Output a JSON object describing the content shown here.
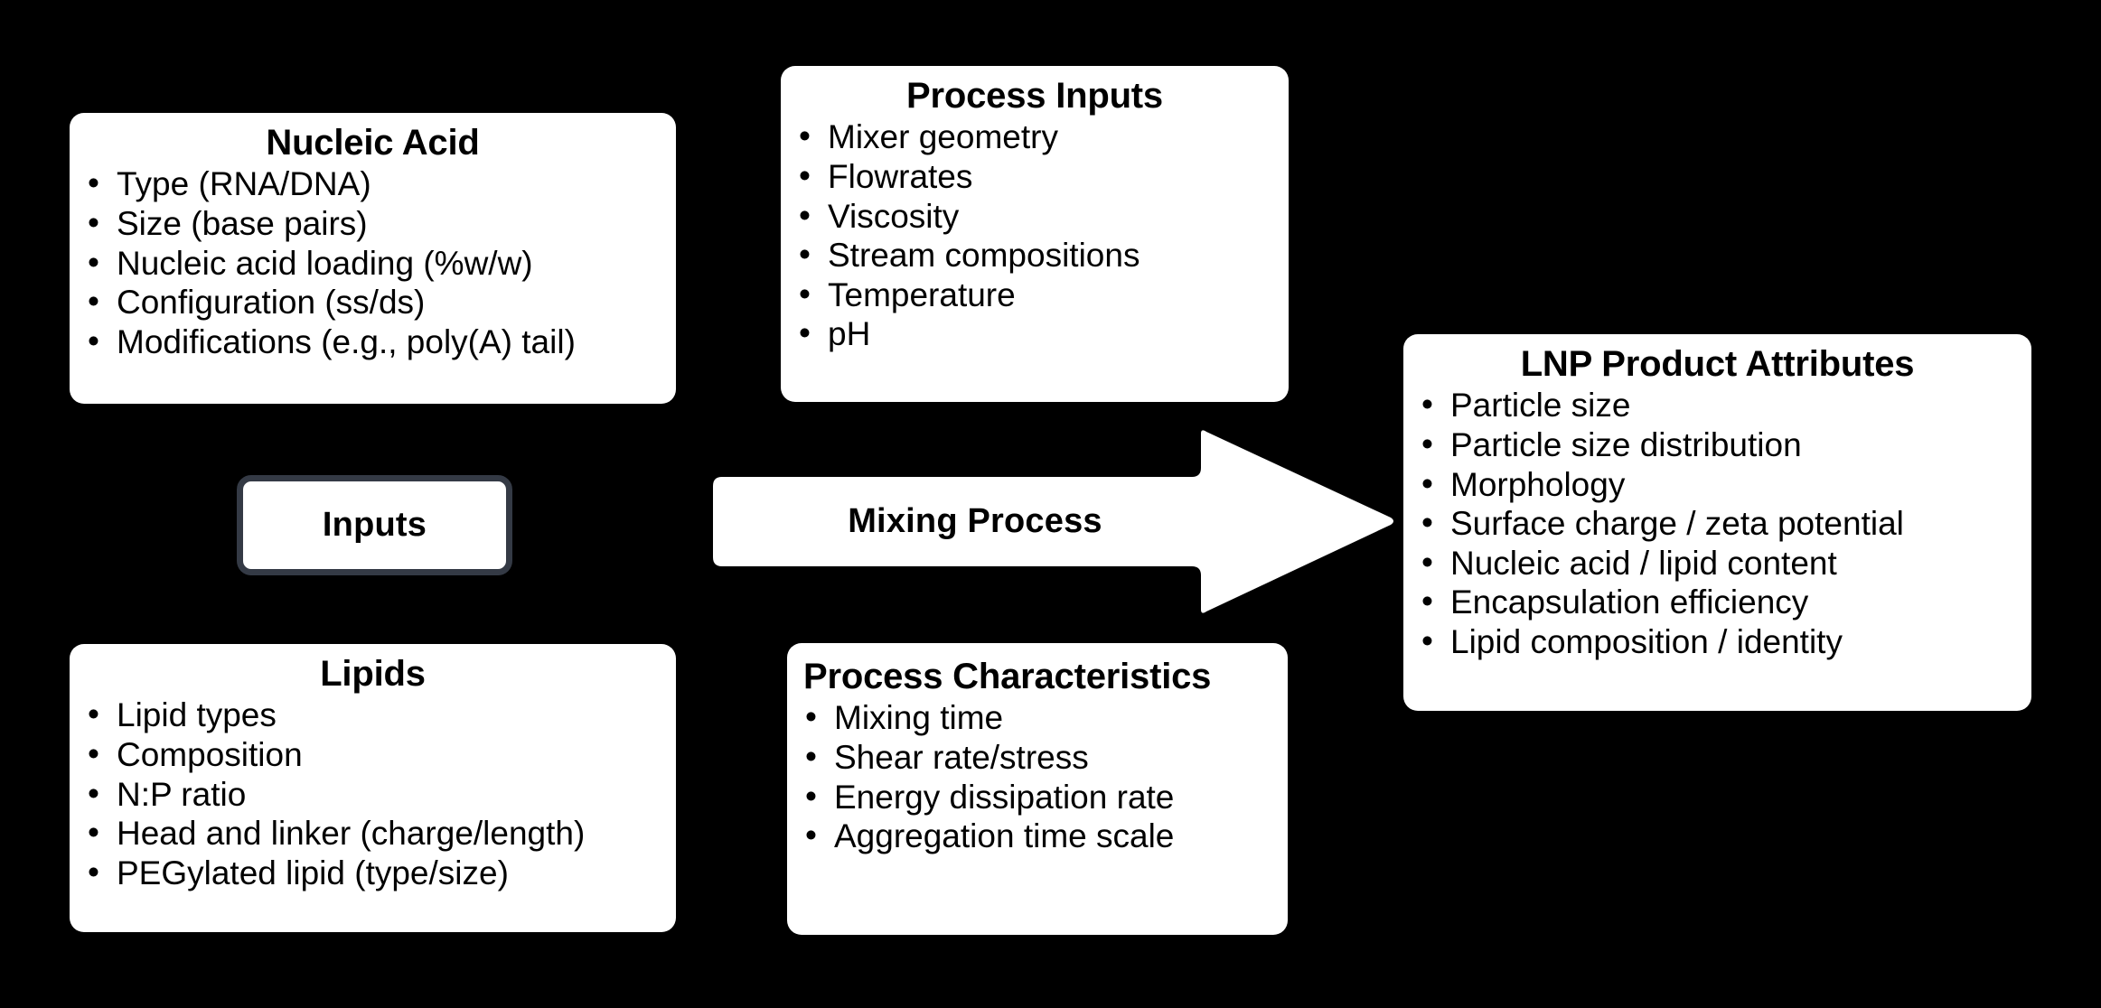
{
  "diagram": {
    "background_color": "#000000",
    "card_color": "#ffffff",
    "badge_border_color": "#343a45",
    "boxes": {
      "nucleic_acid": {
        "title": "Nucleic Acid",
        "items": [
          "Type (RNA/DNA)",
          "Size (base pairs)",
          "Nucleic acid loading (%w/w)",
          "Configuration (ss/ds)",
          "Modifications (e.g., poly(A) tail)"
        ]
      },
      "process_inputs": {
        "title": "Process Inputs",
        "items": [
          "Mixer geometry",
          "Flowrates",
          "Viscosity",
          "Stream compositions",
          "Temperature",
          "pH"
        ]
      },
      "lipids": {
        "title": "Lipids",
        "items": [
          "Lipid types",
          "Composition",
          "N:P ratio",
          "Head and linker (charge/length)",
          "PEGylated lipid (type/size)"
        ]
      },
      "process_characteristics": {
        "title": "Process Characteristics",
        "items": [
          "Mixing time",
          "Shear rate/stress",
          "Energy dissipation rate",
          "Aggregation time scale"
        ]
      },
      "lnp_product_attributes": {
        "title": "LNP Product Attributes",
        "items": [
          "Particle size",
          "Particle size distribution",
          "Morphology",
          "Surface charge / zeta potential",
          "Nucleic acid / lipid content",
          "Encapsulation efficiency",
          "Lipid composition / identity"
        ]
      }
    },
    "badge": {
      "inputs_label": "Inputs"
    },
    "arrow": {
      "label": "Mixing Process",
      "direction": "right"
    }
  }
}
